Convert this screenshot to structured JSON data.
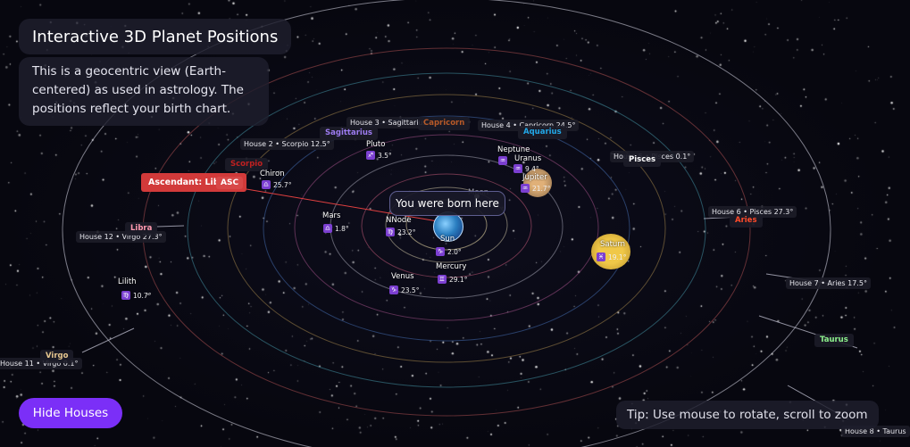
{
  "title": "Interactive 3D Planet Positions",
  "info": "This is a geocentric view (Earth-centered) as used in astrology. The positions reflect your birth chart.",
  "born_label": "You were born here",
  "tip": "Tip: Use mouse to rotate, scroll to zoom",
  "hide_button": "Hide Houses",
  "ascendant": {
    "label": "Ascendant: Libra",
    "tag": "ASC"
  },
  "house_labels": [
    "House 3 • Sagittarius",
    "House 4 • Capricorn 24.5°",
    "House 2 • Scorpio 12.5°",
    "House 5 • Pisces 0.1°",
    "House 6 • Pisces 27.3°",
    "House 12 • Virgo 27.3°",
    "House 7 • Aries 17.5°",
    "House 11 • Virgo 0.1°",
    "House 8 • Taurus"
  ],
  "signs": [
    {
      "name": "Capricorn",
      "color": "#b85a28"
    },
    {
      "name": "Sagittarius",
      "color": "#9d7cf0"
    },
    {
      "name": "Aquarius",
      "color": "#22a8e8"
    },
    {
      "name": "Pisces",
      "color": "#ffffff"
    },
    {
      "name": "Scorpio",
      "color": "#c02020"
    },
    {
      "name": "Aries",
      "color": "#ff4a2a"
    },
    {
      "name": "Libra",
      "color": "#ff9ab0"
    },
    {
      "name": "Virgo",
      "color": "#e8c890"
    },
    {
      "name": "Taurus",
      "color": "#8cf08c"
    }
  ],
  "planets": [
    {
      "name": "Pluto",
      "degree": "3.5°",
      "glyph": "♐",
      "color": "#c8a0ff"
    },
    {
      "name": "Chiron",
      "degree": "25.7°",
      "glyph": "♎",
      "color": "#c8c8c8"
    },
    {
      "name": "Neptune",
      "degree": "",
      "glyph": "♒",
      "color": "#5070ff"
    },
    {
      "name": "Uranus",
      "degree": "9.4°",
      "glyph": "♒",
      "color": "#70d0f0"
    },
    {
      "name": "Jupiter",
      "degree": "21.7°",
      "glyph": "♒",
      "color": "#d8a060"
    },
    {
      "name": "Moon",
      "degree": "",
      "glyph": "",
      "color": "#d0d0d0"
    },
    {
      "name": "Mars",
      "degree": "1.8°",
      "glyph": "♎",
      "color": "#e05030"
    },
    {
      "name": "NNode",
      "degree": "23.2°",
      "glyph": "♍",
      "color": "#a0a0a0"
    },
    {
      "name": "Sun",
      "degree": "2.0°",
      "glyph": "♑",
      "color": "#ffc800"
    },
    {
      "name": "Saturn",
      "degree": "19.1°",
      "glyph": "♓",
      "color": "#e8b838"
    },
    {
      "name": "Mercury",
      "degree": "29.1°",
      "glyph": "♊",
      "color": "#b0b0b0"
    },
    {
      "name": "Venus",
      "degree": "23.5°",
      "glyph": "♑",
      "color": "#f0d0a0"
    },
    {
      "name": "Lilith",
      "degree": "10.7°",
      "glyph": "♍",
      "color": "#303030"
    }
  ],
  "colors": {
    "accent": "#7b2ff7",
    "ascendant": "#d23a3a",
    "background": "#07070f"
  }
}
